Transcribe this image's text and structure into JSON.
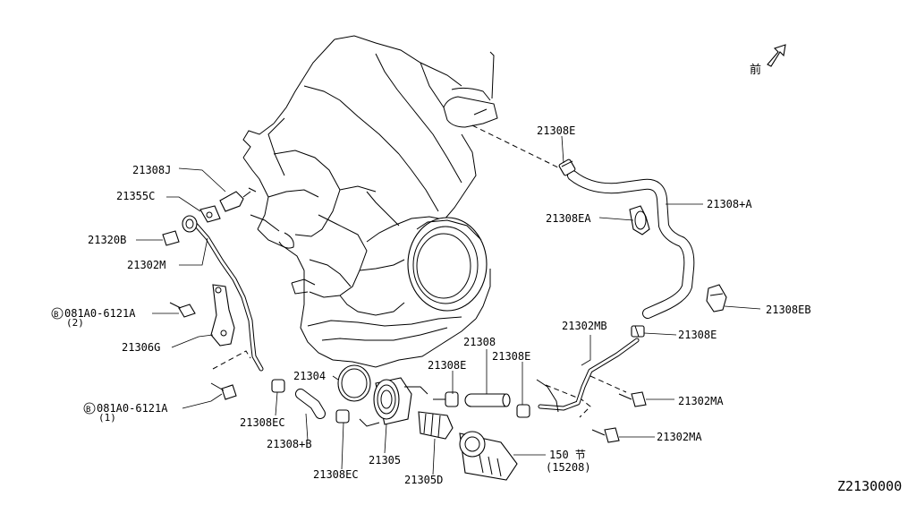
{
  "diagram_code": "Z2130000",
  "front_mark": "前",
  "labels": {
    "p21308e_top": "21308E",
    "p21308a": "21308+A",
    "p21308ea": "21308EA",
    "p21308j": "21308J",
    "p21355c": "21355C",
    "p21320b": "21320B",
    "p21302m": "21302M",
    "bolt2_code": "081A0-6121A",
    "bolt2_qty": "(2)",
    "bolt1_code": "081A0-6121A",
    "bolt1_qty": "(1)",
    "bolt_circle": "B",
    "p21306g": "21306G",
    "p21308eb": "21308EB",
    "p21308e_right": "21308E",
    "p21302mb": "21302MB",
    "p21308": "21308",
    "p21308e_mid1": "21308E",
    "p21308e_mid2": "21308E",
    "p21304": "21304",
    "p21302ma_1": "21302MA",
    "p21302ma_2": "21302MA",
    "p21308ec_1": "21308EC",
    "p21308b": "21308+B",
    "p21305": "21305",
    "p21308ec_2": "21308EC",
    "p21305d": "21305D",
    "p150": "150 节",
    "p15208": "(15208)"
  }
}
